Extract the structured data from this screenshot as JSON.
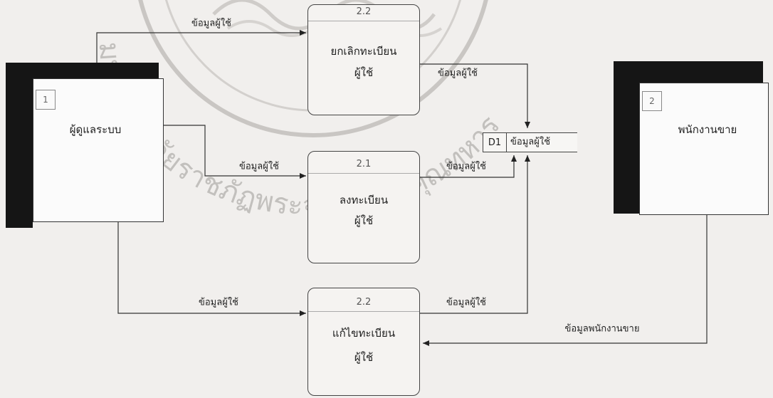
{
  "watermark": {
    "text": "มหาวิทยาลัยราชภัฏพระจอมเกล้าคุณทหาร",
    "color": "#8a8a8a"
  },
  "entities": {
    "admin": {
      "number": "1",
      "name": "ผู้ดูแลระบบ"
    },
    "sales": {
      "number": "2",
      "name": "พนักงานขาย"
    }
  },
  "processes": {
    "cancel": {
      "id": "2.2",
      "line1": "ยกเลิกทะเบียน",
      "line2": "ผู้ใช้"
    },
    "register": {
      "id": "2.1",
      "line1": "ลงทะเบียน",
      "line2": "ผู้ใช้"
    },
    "edit": {
      "id": "2.2",
      "line1": "แก้ไขทะเบียน",
      "line2": "ผู้ใช้"
    }
  },
  "datastore": {
    "id": "D1",
    "name": "ข้อมูลผู้ใช้"
  },
  "flows": {
    "admin_to_cancel": "ข้อมูลผู้ใช้",
    "cancel_to_store": "ข้อมูลผู้ใช้",
    "admin_to_register": "ข้อมูลผู้ใช้",
    "register_to_store": "ข้อมูลผู้ใช้",
    "admin_to_edit": "ข้อมูลผู้ใช้",
    "edit_to_store": "ข้อมูลผู้ใช้",
    "sales_to_edit": "ข้อมูลพนักงานขาย"
  },
  "colors": {
    "background": "#f1efed",
    "line": "#222222",
    "entity_shadow": "#151515"
  }
}
